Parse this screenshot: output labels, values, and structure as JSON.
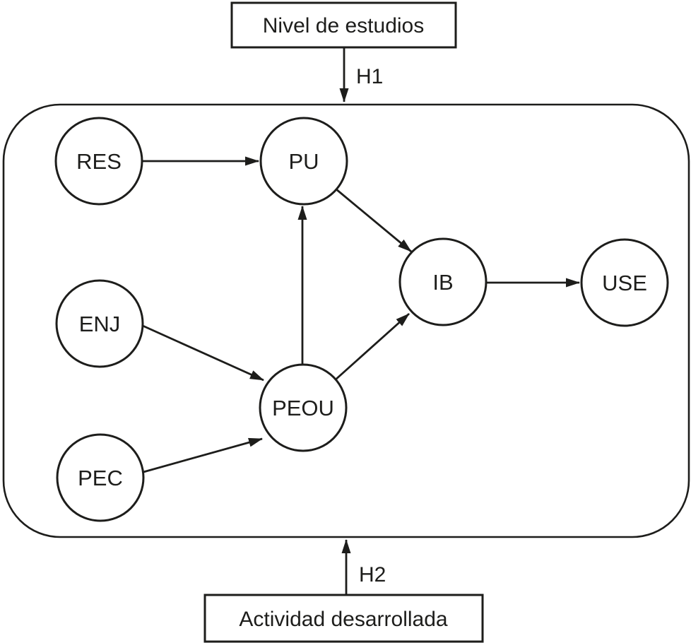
{
  "diagram": {
    "type": "path-model",
    "colors": {
      "stroke": "#1d1d1b",
      "background": "#ffffff"
    },
    "external_factors": {
      "top": {
        "label": "Nivel de estudios",
        "hypothesis": "H1"
      },
      "bottom": {
        "label": "Actividad desarrollada",
        "hypothesis": "H2"
      }
    },
    "nodes": {
      "res": {
        "label": "RES"
      },
      "pu": {
        "label": "PU"
      },
      "enj": {
        "label": "ENJ"
      },
      "peou": {
        "label": "PEOU"
      },
      "pec": {
        "label": "PEC"
      },
      "ib": {
        "label": "IB"
      },
      "use": {
        "label": "USE"
      }
    },
    "edges": [
      {
        "from": "RES",
        "to": "PU"
      },
      {
        "from": "ENJ",
        "to": "PEOU"
      },
      {
        "from": "PEC",
        "to": "PEOU"
      },
      {
        "from": "PEOU",
        "to": "PU"
      },
      {
        "from": "PU",
        "to": "IB"
      },
      {
        "from": "PEOU",
        "to": "IB"
      },
      {
        "from": "IB",
        "to": "USE"
      },
      {
        "from": "Nivel de estudios",
        "to": "model",
        "label": "H1"
      },
      {
        "from": "Actividad desarrollada",
        "to": "model",
        "label": "H2"
      }
    ]
  }
}
